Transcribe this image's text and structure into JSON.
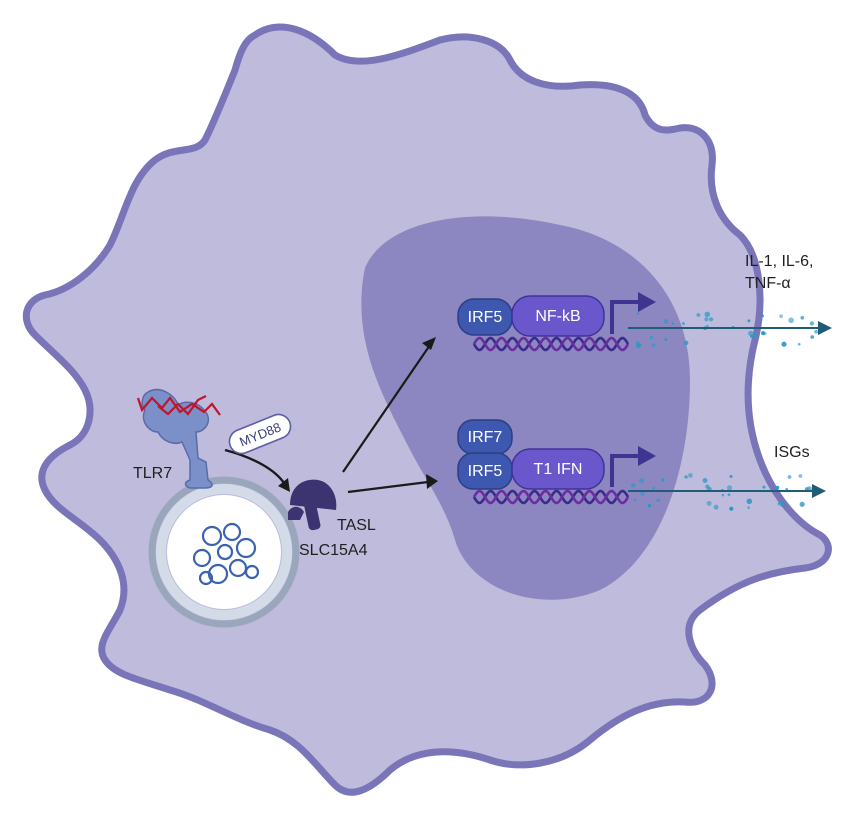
{
  "labels": {
    "tlr7": "TLR7",
    "myd88": "MYD88",
    "tasl": "TASL",
    "slc15a4": "SLC15A4",
    "irf5_top": "IRF5",
    "nfkb": "NF-kB",
    "irf7": "IRF7",
    "irf5_bottom": "IRF5",
    "t1ifn": "T1 IFN",
    "cytokines_line1": "IL-1, IL-6,",
    "cytokines_line2": "TNF-α",
    "isgs": "ISGs"
  },
  "colors": {
    "cell_fill": "#bebbdc",
    "cell_border": "#7a74b8",
    "nucleus": "#8c87c0",
    "irf_pill": "#3e58b0",
    "factor_pill": "#6a57cc",
    "dna_strand_a": "#3a2a8c",
    "dna_strand_b": "#6b2ea0",
    "arrow": "#1a1a1a",
    "secretion_arrow": "#1f5c75",
    "secretion_dots": "#2a98c8",
    "tlr7_body": "#7b90c8",
    "rna": "#c0152a",
    "tasl": "#3b3470",
    "endosome_ring": "#9aa6bc",
    "endosome_ring_inner": "#d4dbe8",
    "endosome_cargo": "#3a62b0"
  }
}
